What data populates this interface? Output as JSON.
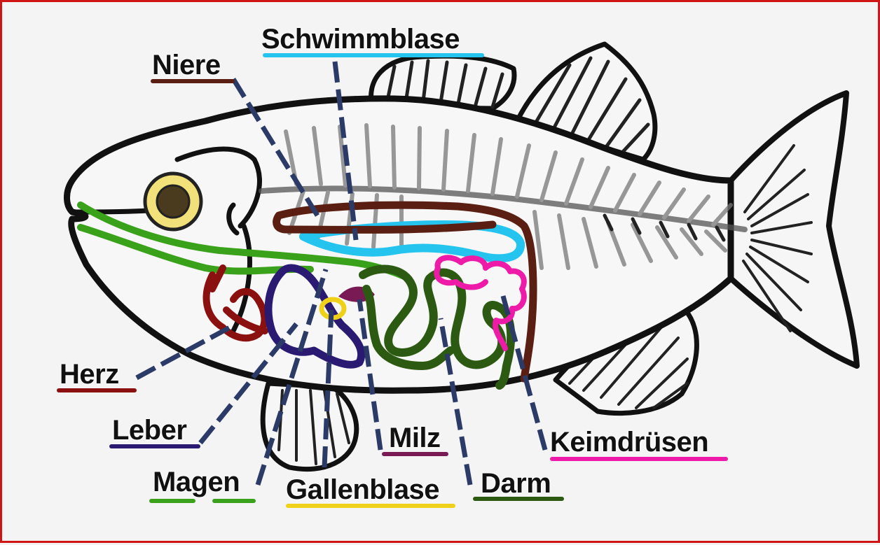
{
  "labels": {
    "schwimmblase": "Schwimmblase",
    "niere": "Niere",
    "herz": "Herz",
    "leber": "Leber",
    "magen": "Magen",
    "gallenblase": "Gallenblase",
    "milz": "Milz",
    "darm": "Darm",
    "keimdruesen": "Keimdrüsen"
  },
  "colors": {
    "frame": "#d01515",
    "outline": "#111111",
    "pointer_line": "#2b3a67",
    "schwimmblase": "#25c4ef",
    "niere": "#5a1e12",
    "herz": "#8b1010",
    "leber": "#2b1a72",
    "magen": "#3aa11a",
    "gallenblase": "#f0d11a",
    "milz": "#7a1a55",
    "darm": "#2d5a12",
    "keimdruesen": "#ee1aa8",
    "eye_iris": "#f2e07a",
    "eye_pupil": "#4a3a1e"
  }
}
